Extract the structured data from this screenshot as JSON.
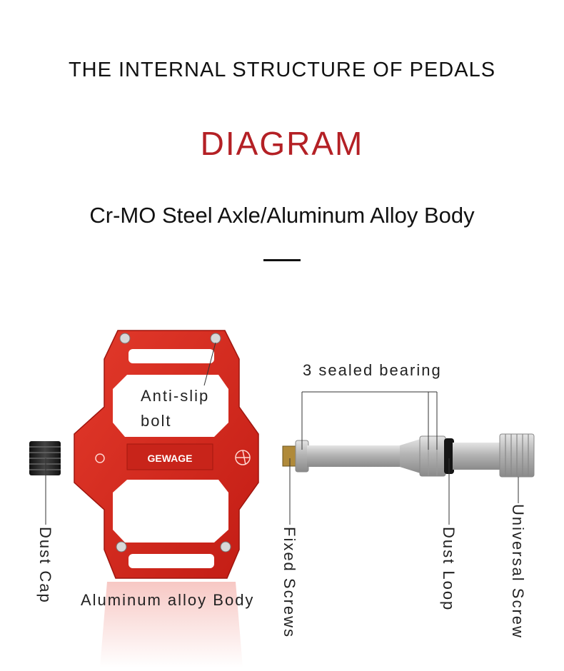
{
  "header": {
    "title": "THE INTERNAL STRUCTURE OF PEDALS",
    "subtitle": "DIAGRAM",
    "material": "Cr-MO Steel Axle/Aluminum Alloy Body"
  },
  "pedal": {
    "brand_text": "GEWAGE"
  },
  "labels": {
    "anti_slip_line1": "Anti-slip",
    "anti_slip_line2": "bolt",
    "aluminum_body": "Aluminum alloy Body",
    "sealed_bearing": "3 sealed bearing",
    "dust_cap": "Dust Cap",
    "fixed_screws": "Fixed Screws",
    "dust_loop": "Dust Loop",
    "universal_screw": "Universal Screw"
  },
  "colors": {
    "accent": "#b42025",
    "pedal_red": "#d62a1e",
    "axle_silver": "#b8b8b8",
    "text": "#222222"
  }
}
